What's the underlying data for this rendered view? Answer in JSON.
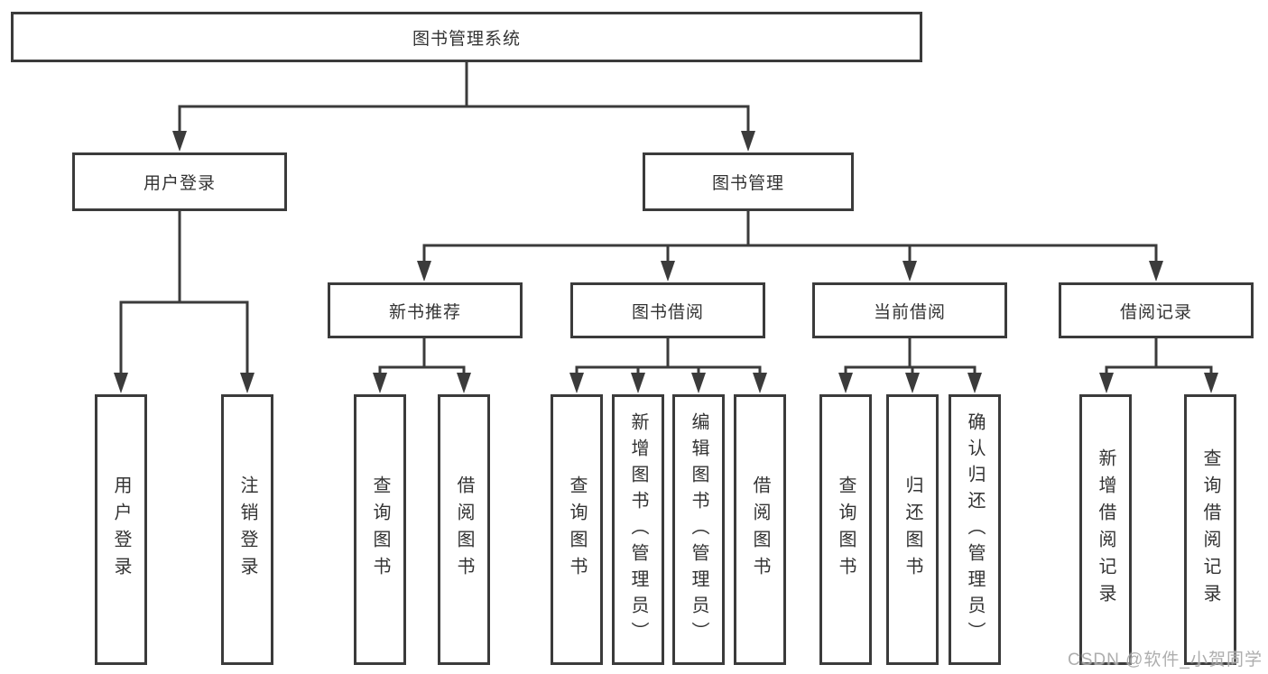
{
  "diagram": {
    "root": {
      "label": "图书管理系统"
    },
    "level2": [
      {
        "label": "用户登录"
      },
      {
        "label": "图书管理"
      }
    ],
    "level3": [
      {
        "label": "新书推荐"
      },
      {
        "label": "图书借阅"
      },
      {
        "label": "当前借阅"
      },
      {
        "label": "借阅记录"
      }
    ],
    "leaves": {
      "user_login": [
        {
          "label": "用户登录"
        },
        {
          "label": "注销登录"
        }
      ],
      "new_book_recommend": [
        {
          "label": "查询图书"
        },
        {
          "label": "借阅图书"
        }
      ],
      "book_borrow": [
        {
          "label": "查询图书"
        },
        {
          "label": "新增图书（管理员）"
        },
        {
          "label": "编辑图书（管理员）"
        },
        {
          "label": "借阅图书"
        }
      ],
      "current_borrow": [
        {
          "label": "查询图书"
        },
        {
          "label": "归还图书"
        },
        {
          "label": "确认归还（管理员）"
        }
      ],
      "borrow_records": [
        {
          "label": "新增借阅记录"
        },
        {
          "label": "查询借阅记录"
        }
      ]
    }
  },
  "watermark": {
    "text": "CSDN @软件_小贺同学"
  },
  "colors": {
    "line": "#3b3b3b",
    "box_border": "#3b3b3b",
    "text": "#333333",
    "watermark": "#a0a0a0",
    "background": "#ffffff"
  }
}
